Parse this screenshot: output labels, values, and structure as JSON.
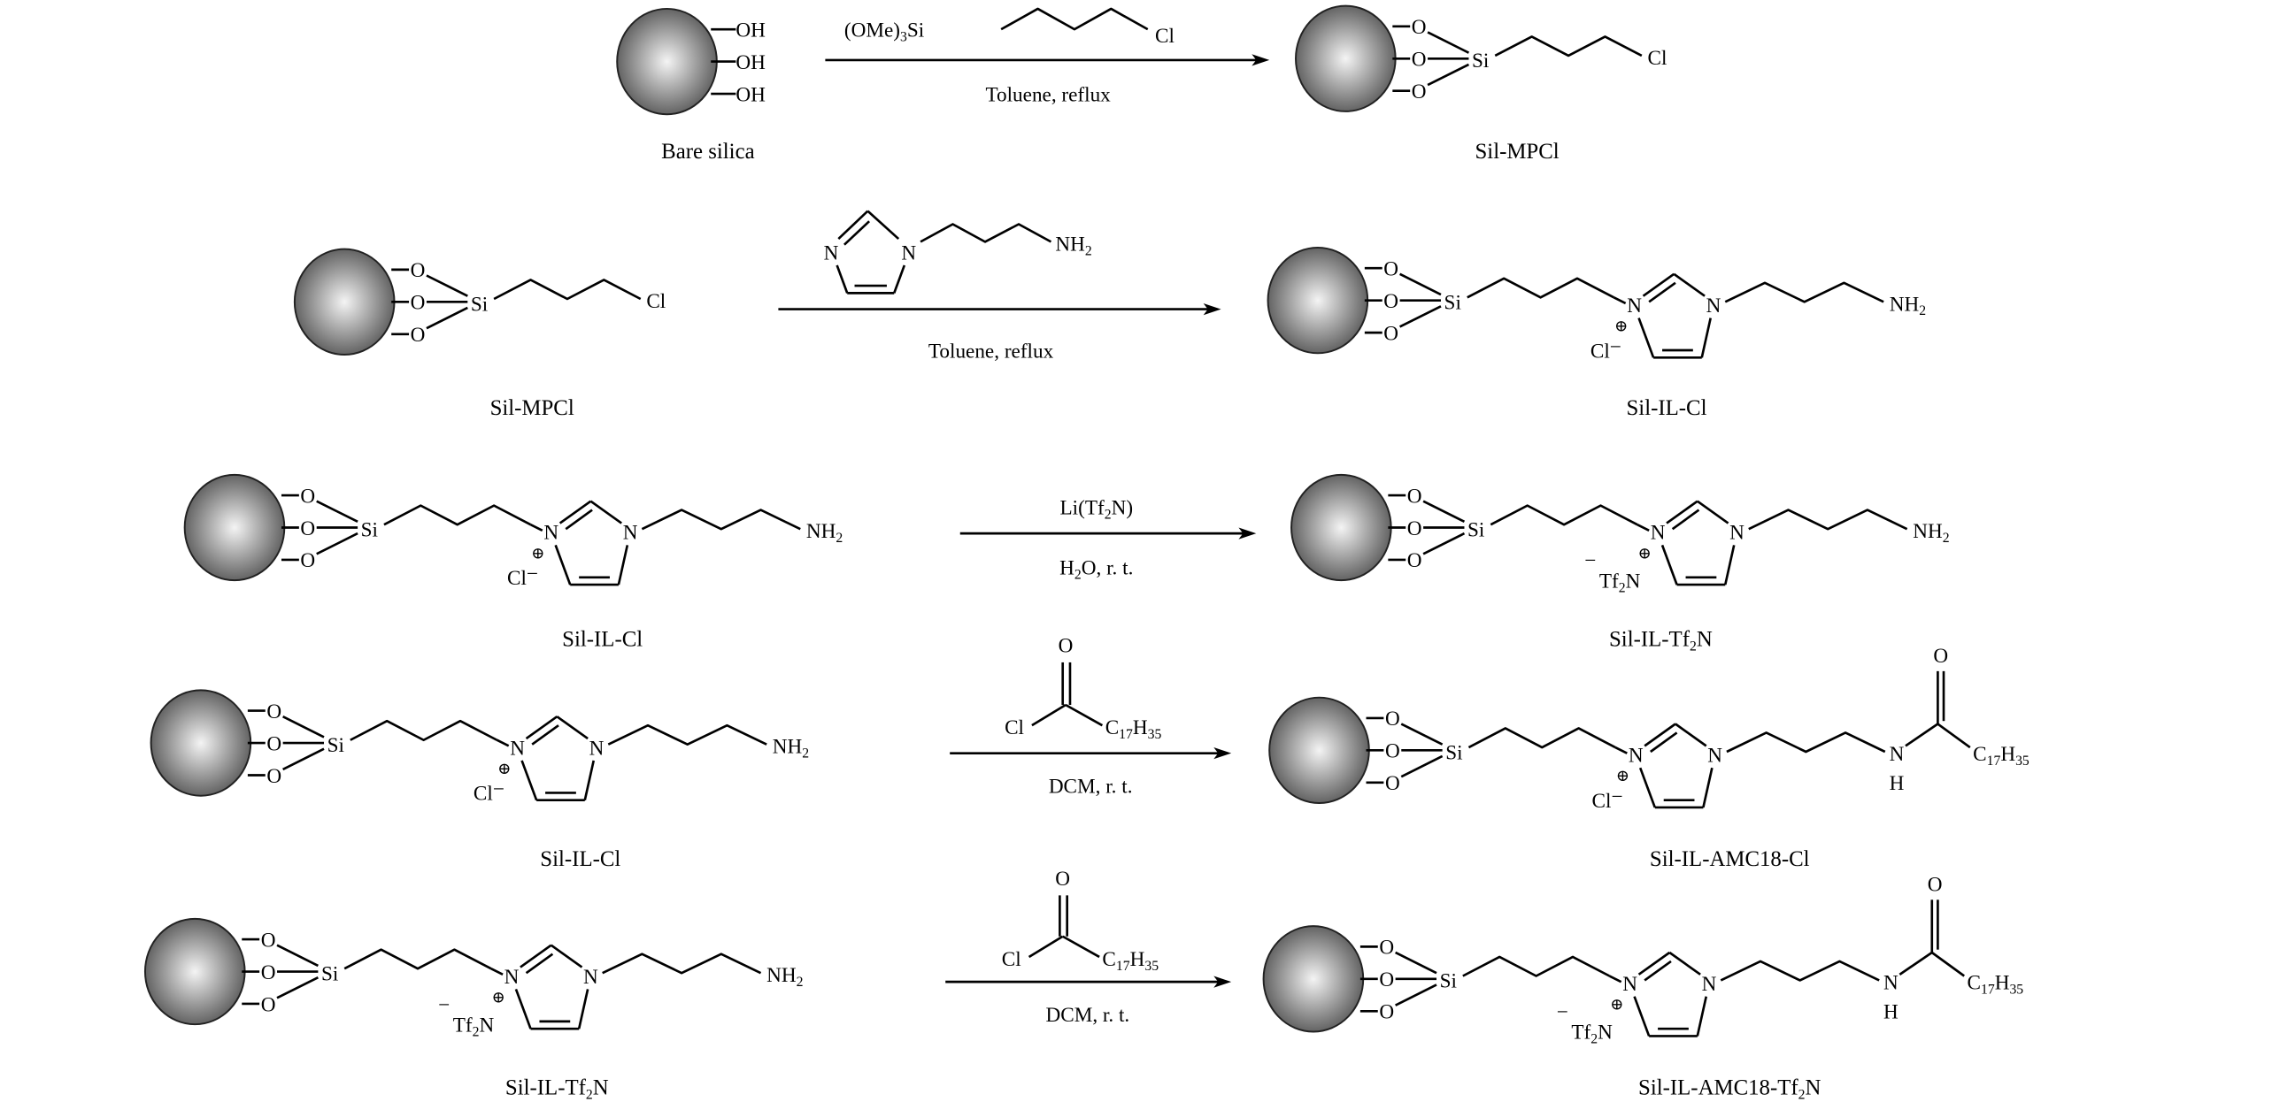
{
  "title": "Synthesis scheme of silica-supported imidazolium ionic liquid stationary phases",
  "colors": {
    "sphere_light": "#f4f4f4",
    "sphere_dark": "#555555",
    "ink": "#000000"
  },
  "compounds": {
    "bare_silica": "Bare silica",
    "sil_mpcl": "Sil-MPCl",
    "sil_il_cl": "Sil-IL-Cl",
    "sil_il_tf2n": "Sil-IL-Tf2N",
    "sil_il_amc18_cl": "Sil-IL-AMC18-Cl",
    "sil_il_amc18_tf2n": "Sil-IL-AMC18-Tf2N"
  },
  "reactions": [
    {
      "step": 1,
      "reactant": "Bare silica",
      "reagent": "(OMe)3Si-(CH2)3-Cl",
      "conditions": "Toluene, reflux",
      "product": "Sil-MPCl"
    },
    {
      "step": 2,
      "reactant": "Sil-MPCl",
      "reagent": "1-(3-aminopropyl)imidazole",
      "conditions": "Toluene, reflux",
      "product": "Sil-IL-Cl"
    },
    {
      "step": 3,
      "reactant": "Sil-IL-Cl",
      "reagent": "Li(Tf2N)",
      "conditions": "H2O, r. t.",
      "product": "Sil-IL-Tf2N"
    },
    {
      "step": 4,
      "reactant": "Sil-IL-Cl",
      "reagent": "C17H35COCl",
      "conditions": "DCM, r. t.",
      "product": "Sil-IL-AMC18-Cl"
    },
    {
      "step": 5,
      "reactant": "Sil-IL-Tf2N",
      "reagent": "C17H35COCl",
      "conditions": "DCM, r. t.",
      "product": "Sil-IL-AMC18-Tf2N"
    }
  ],
  "text": {
    "oh": "OH",
    "o": "O",
    "si": "Si",
    "cl": "Cl",
    "n": "N",
    "h": "H",
    "nh": "NH",
    "two": "2",
    "c": "C",
    "seventeen": "17",
    "thirtyfive": "35",
    "tf": "Tf",
    "plus": "⊕",
    "minus": "−",
    "ome": "(OMe)",
    "three": "3",
    "li_open": "Li(Tf",
    "li_close": "N)",
    "h_": "H",
    "water_rest": "O, r. t.",
    "toluene_reflux": "Toluene, reflux",
    "dcm_rt": "DCM, r. t."
  }
}
